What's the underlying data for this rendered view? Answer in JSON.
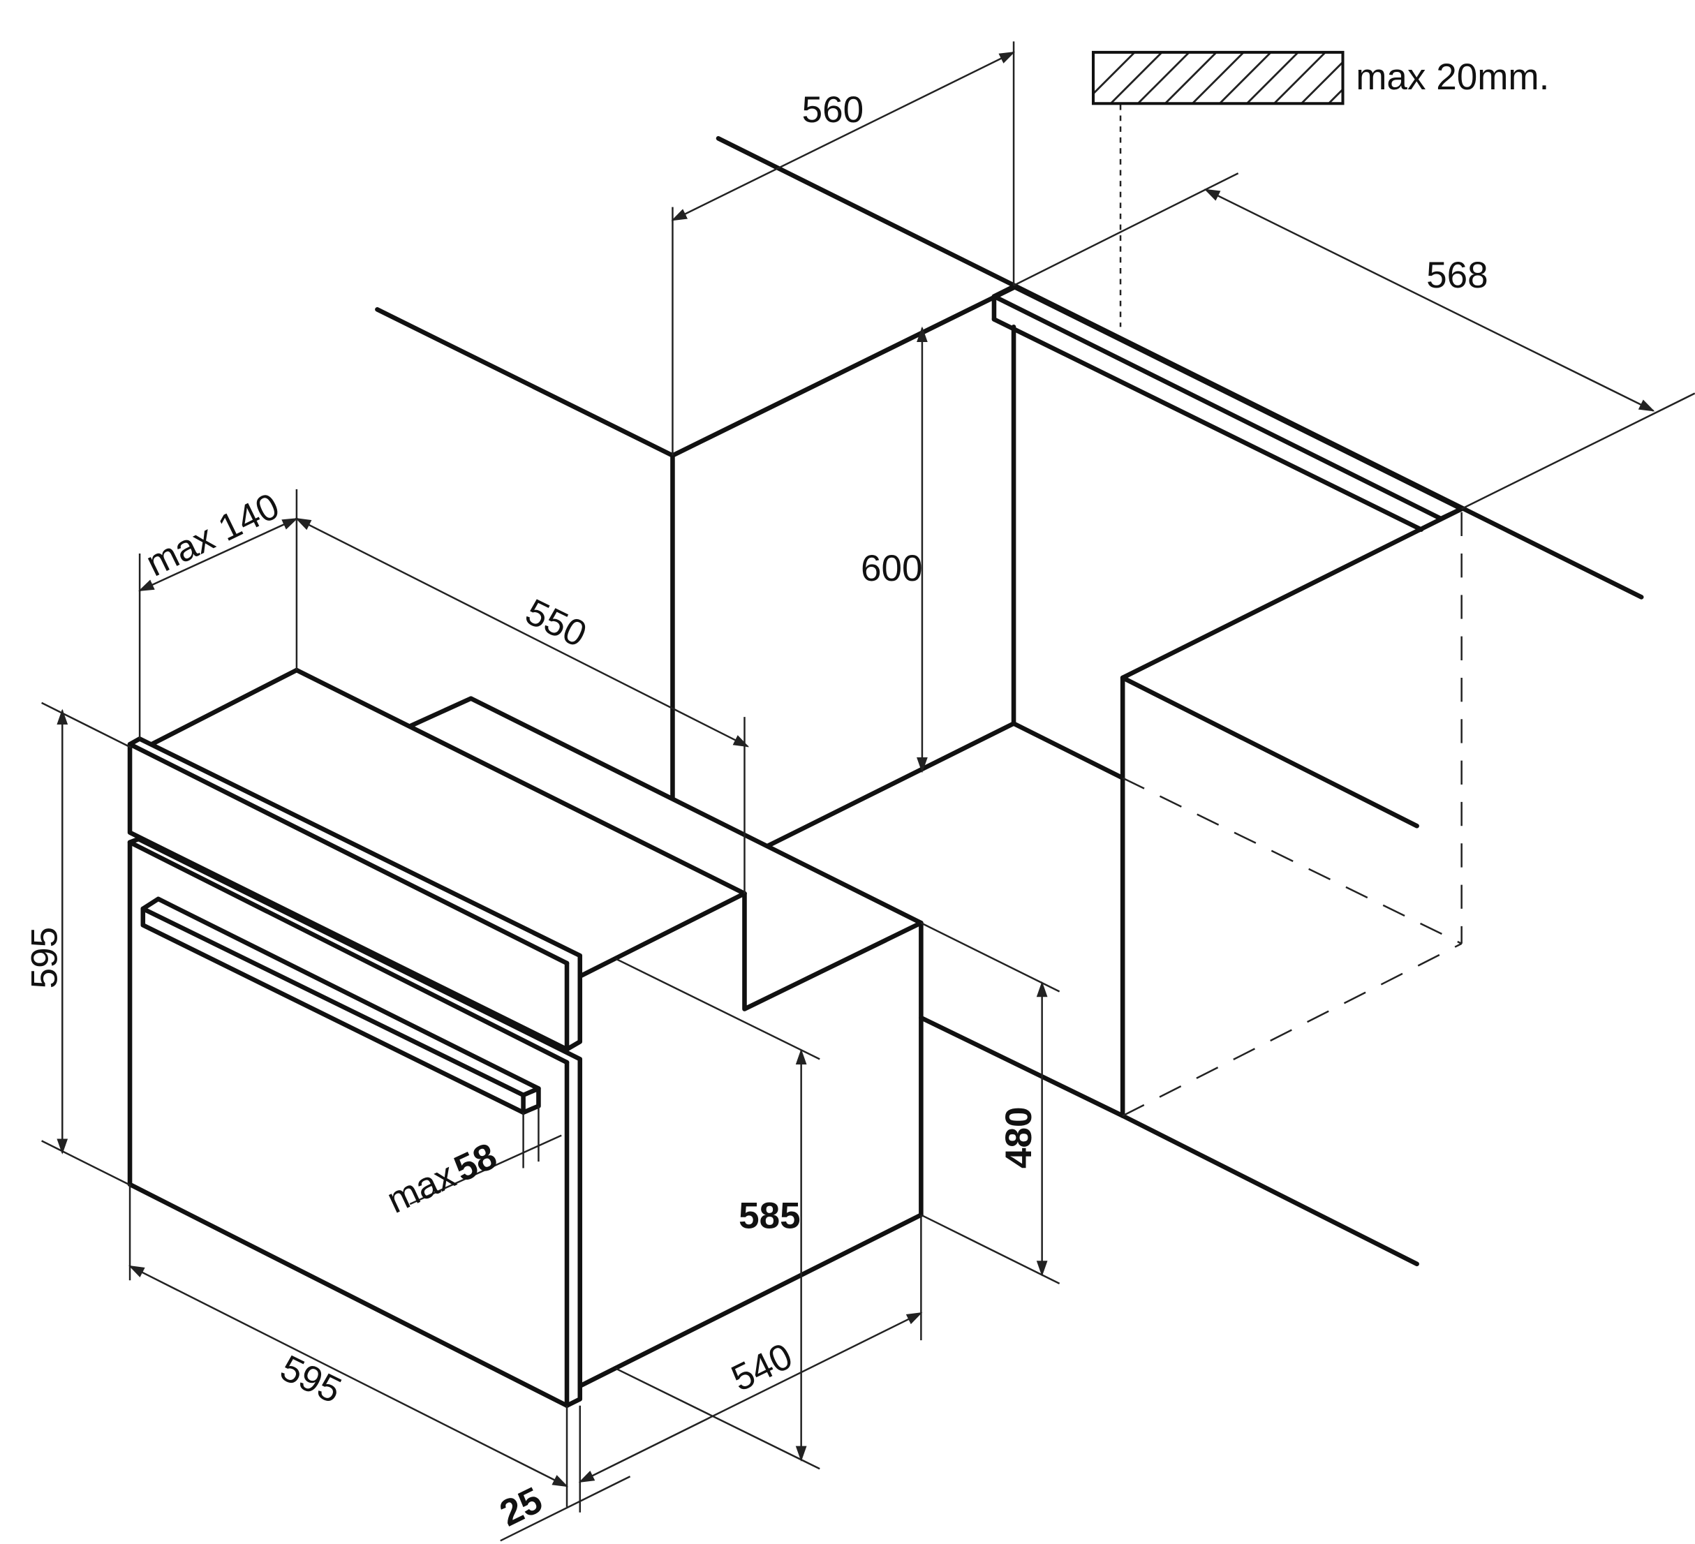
{
  "labels": {
    "niche_top_width": "560",
    "niche_depth": "568",
    "worktop_thickness": "max 20mm.",
    "niche_height": "600",
    "rear_gap": "max 140",
    "oven_depth": "550",
    "oven_height": "595",
    "handle_projection_prefix": "max",
    "handle_projection_value": "58",
    "oven_width": "595",
    "door_thickness": "25",
    "body_depth": "540",
    "body_height": "585",
    "inner_height": "480"
  }
}
